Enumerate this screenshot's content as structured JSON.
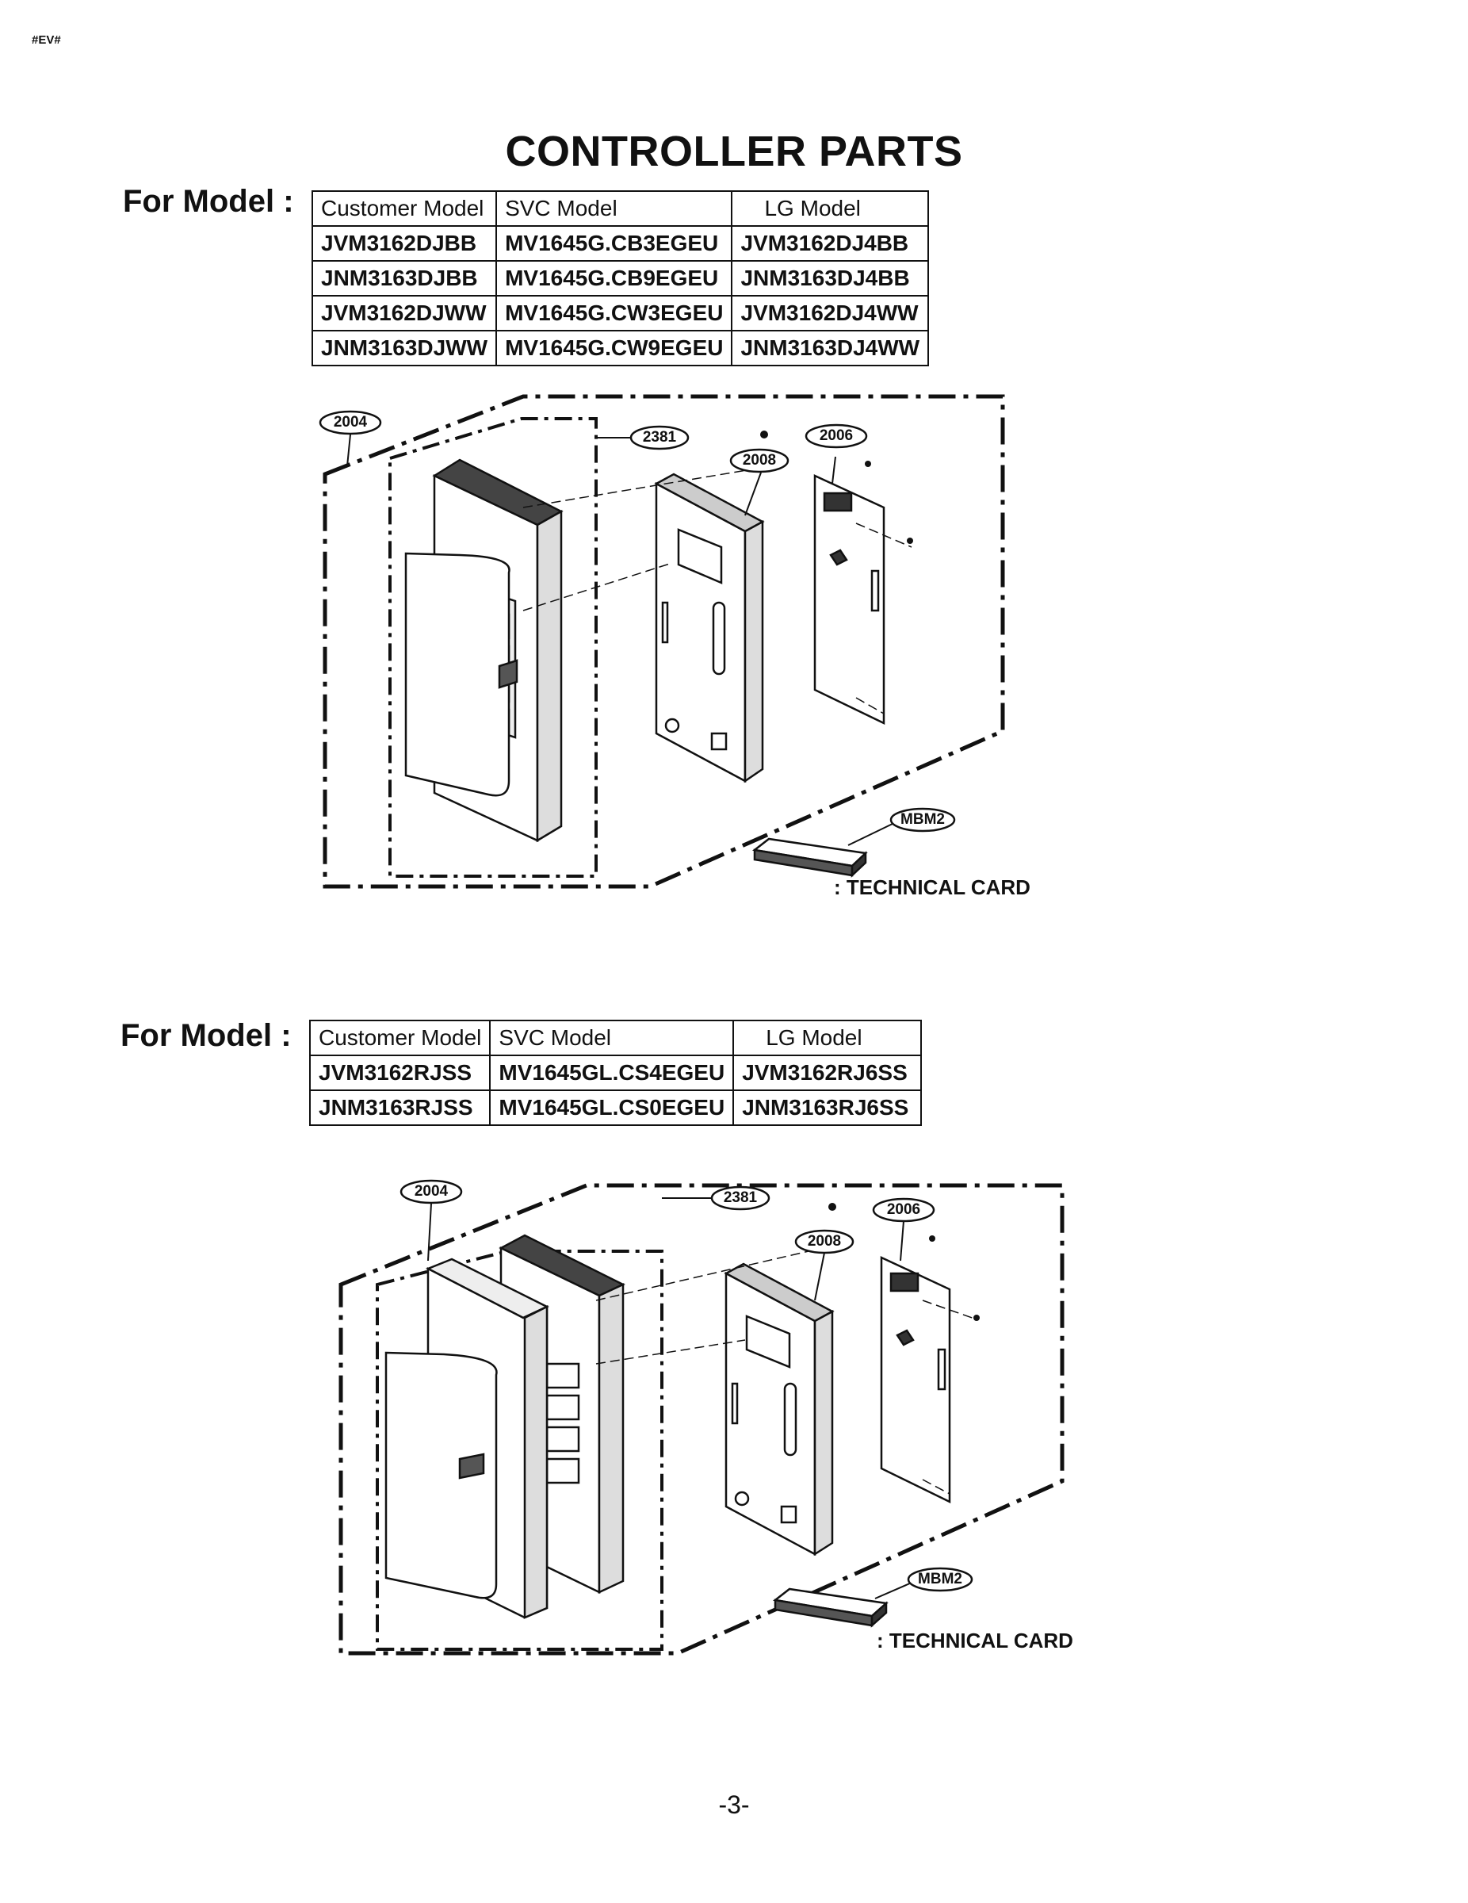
{
  "header_code": "#EV#",
  "title": "CONTROLLER PARTS",
  "sections": [
    {
      "for_model_label": "For Model :",
      "columns": [
        "Customer Model",
        "SVC Model",
        "LG Model"
      ],
      "rows": [
        [
          "JVM3162DJBB",
          "MV1645G.CB3EGEU",
          "JVM3162DJ4BB"
        ],
        [
          "JNM3163DJBB",
          "MV1645G.CB9EGEU",
          "JNM3163DJ4BB"
        ],
        [
          "JVM3162DJWW",
          "MV1645G.CW3EGEU",
          "JVM3162DJ4WW"
        ],
        [
          "JNM3163DJWW",
          "MV1645G.CW9EGEU",
          "JNM3163DJ4WW"
        ]
      ],
      "callouts": {
        "door_assembly": "2004",
        "frame_screw": "2381",
        "control_frame": "2008",
        "pcb_assembly": "2006",
        "technical_card_code": "MBM2"
      },
      "technical_card_label": ": TECHNICAL CARD"
    },
    {
      "for_model_label": "For Model :",
      "columns": [
        "Customer Model",
        "SVC Model",
        "LG Model"
      ],
      "rows": [
        [
          "JVM3162RJSS",
          "MV1645GL.CS4EGEU",
          "JVM3162RJ6SS"
        ],
        [
          "JNM3163RJSS",
          "MV1645GL.CS0EGEU",
          "JNM3163RJ6SS"
        ]
      ],
      "callouts": {
        "door_assembly": "2004",
        "frame_screw": "2381",
        "control_frame": "2008",
        "pcb_assembly": "2006",
        "technical_card_code": "MBM2"
      },
      "technical_card_label": ": TECHNICAL CARD"
    }
  ],
  "page_number": "-3-"
}
